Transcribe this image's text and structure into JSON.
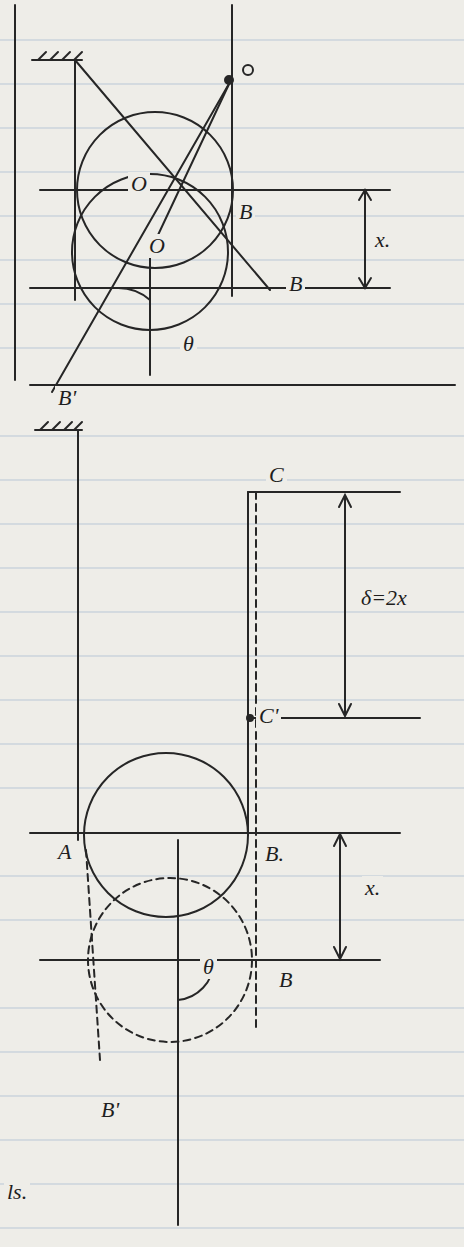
{
  "diagram": {
    "labels": [
      "O",
      "O",
      "B",
      "B",
      "x.",
      "θ",
      "B'",
      "C",
      "δ=2x",
      "C'",
      "A",
      "B.",
      "x.",
      "θ",
      "B",
      "B'",
      "ls."
    ]
  }
}
